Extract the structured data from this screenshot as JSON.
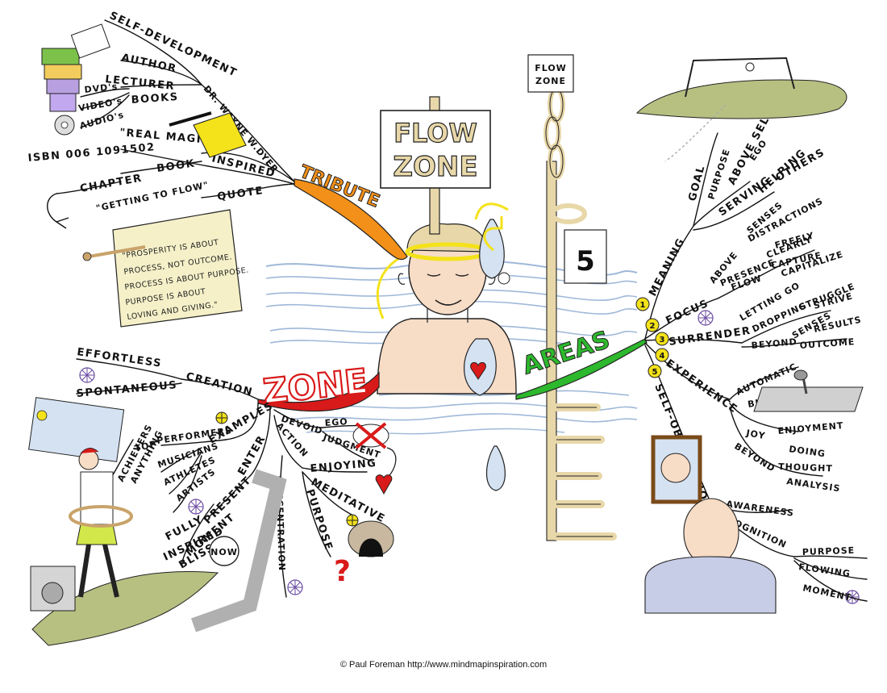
{
  "colors": {
    "tribute": "#f39019",
    "zone": "#d91a1a",
    "areas": "#2db82d",
    "water": "#9fb8d8",
    "skin": "#f7dcc6",
    "sign_wood": "#e8d7a8",
    "paper": "#f5f0c8",
    "number_circle": "#f4e21a",
    "shirt": "#c7cde6"
  },
  "central": {
    "sign_line1": "FLOW",
    "sign_line2": "ZONE",
    "tag_line1": "FLOW",
    "tag_line2": "ZONE",
    "tag_number": "5"
  },
  "main_branches": {
    "tribute": "TRIBUTE",
    "zone": "ZONE",
    "areas": "AREAS"
  },
  "tribute": {
    "dr_wayne_wdyer": "DR. WAYNE W.DYER",
    "self_development": "SELF-DEVELOPMENT",
    "author": "AUTHOR",
    "lecturer": "LECTURER",
    "books": "BOOKS",
    "dvds": "DVD's",
    "videos": "VIDEO's",
    "audios": "AUDIO's",
    "real_magic": "\"REAL MAGIC\"",
    "inspired": "INSPIRED",
    "isbn": "ISBN 006 1091502",
    "book": "BOOK",
    "chapter": "CHAPTER",
    "getting_to_flow": "\"GETTING TO FLOW\"",
    "quote": "QUOTE",
    "quote_lines": [
      "\"PROSPERITY IS ABOUT",
      "PROCESS, NOT OUTCOME.",
      "PROCESS IS ABOUT PURPOSE.",
      "PURPOSE IS ABOUT",
      "LOVING AND GIVING.\""
    ]
  },
  "zone": {
    "effortless": "EFFORTLESS",
    "spontaneous": "SPONTANEOUS",
    "creation": "CREATION",
    "examples": "EXAMPLES",
    "top": "TOP",
    "performers": "PERFORMERS",
    "musicians": "MUSICIANS",
    "athletes": "ATHLETES",
    "artists": "ARTISTS",
    "achievers": "ACHIEVERS",
    "anything": "ANYTHING",
    "enter": "ENTER",
    "present": "PRESENT",
    "moment": "MOMENT",
    "fully": "FULLY",
    "inspired": "INSPIRED",
    "bliss": "BLISS",
    "now": "NOW",
    "devoid": "DEVOID",
    "ego": "EGO",
    "judgment": "JUDGMENT",
    "action": "ACTION",
    "enjoying": "ENJOYING",
    "meditative": "MEDITATIVE",
    "purpose": "PURPOSE",
    "concentration": "CONCENTRATION"
  },
  "areas": {
    "numbers": [
      "1",
      "2",
      "3",
      "4",
      "5"
    ],
    "meaning": "MEANING",
    "goal": "GOAL",
    "purpose": "PURPOSE",
    "above_self": "ABOVE SELF",
    "ego": "EGO",
    "serving": "SERVING",
    "helping": "HELPING",
    "others": "OTHERS",
    "focus": "FOCUS",
    "above": "ABOVE",
    "senses": "SENSES",
    "distractions": "DISTRACTIONS",
    "presence": "PRESENCE",
    "clearly": "CLEARLY",
    "freely": "FREELY",
    "capture": "CAPTURE",
    "flow": "FLOW",
    "capitalize": "CAPITALIZE",
    "surrender": "SURRENDER",
    "letting_go": "LETTING GO",
    "dropping": "DROPPING",
    "struggle": "STRUGGLE",
    "strive": "STRIVE",
    "beyond": "BEYOND",
    "senses2": "SENSES",
    "results": "RESULTS",
    "outcome": "OUTCOME",
    "experience": "EXPERIENCE",
    "automatic": "AUTOMATIC",
    "bliss": "BLISS",
    "joy": "JOY",
    "enjoyment": "ENJOYMENT",
    "beyond2": "BEYOND",
    "doing": "DOING",
    "thought": "THOUGHT",
    "analysis": "ANALYSIS",
    "self_observation": "SELF-OBSERVATION",
    "awareness": "AWARENESS",
    "recognition": "RECOGNITION",
    "purpose2": "PURPOSE",
    "flowing": "FLOWING",
    "moment": "MOMENT"
  },
  "footer": {
    "credit": "© Paul Foreman http://www.mindmapinspiration.com"
  }
}
